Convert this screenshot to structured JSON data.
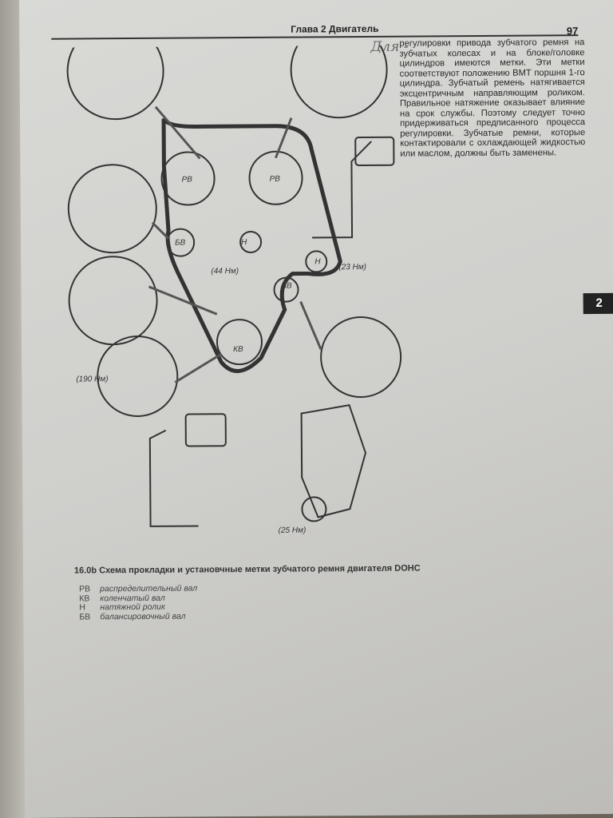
{
  "header": {
    "chapter": "Глава 2 Двигатель",
    "page_number": "97"
  },
  "handwritten": "Для -",
  "body_text": "регулировки привода зубчатого ремня на зубчатых колесах и на блоке/головке цилиндров имеются метки. Эти метки соответствуют положению ВМТ поршня 1-го цилиндра. Зубчатый ремень натягивается эксцентричным направляющим роликом. Правильное натяжение оказывает влияние на срок службы. Поэтому следует точно придерживаться предписанного процесса регулировки. Зубчатые ремни, которые контактировали с охлаждающей жидкостью или маслом, должны быть заменены.",
  "chapter_tab": "2",
  "diagram": {
    "labels": {
      "cam1": "РВ",
      "cam2": "РВ",
      "bal1": "БВ",
      "tens1": "Н",
      "tens2": "Н",
      "torque44": "(44 Нм)",
      "torque23": "(23 Нм)",
      "bal2": "БВ",
      "crank": "КВ",
      "torque190": "(190 Нм)",
      "torque25": "(25 Нм)"
    }
  },
  "caption": "16.0b Схема прокладки и установчные метки зубчатого ремня двигателя DOHC",
  "legend": [
    {
      "abbr": "РВ",
      "def": "распределительный вал"
    },
    {
      "abbr": "КВ",
      "def": "коленчатый вал"
    },
    {
      "abbr": "Н",
      "def": "натяжной ролик"
    },
    {
      "abbr": "БВ",
      "def": "балансировочный вал"
    }
  ]
}
